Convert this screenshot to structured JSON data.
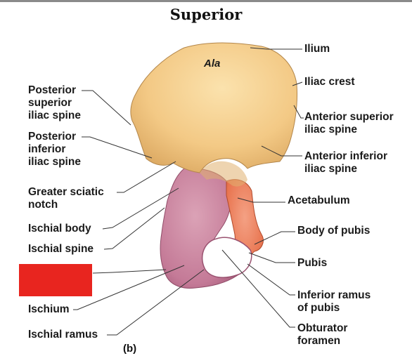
{
  "heading": "Superior",
  "region_label": "Ala",
  "panel_tag": "(b)",
  "colors": {
    "ilium": "#f3c985",
    "ischium": "#c47a97",
    "pubis": "#e8734e",
    "redaction": "#e8251f"
  },
  "labels": {
    "ilium": "Ilium",
    "iliac_crest": "Iliac crest",
    "anterior_superior_iliac_spine": "Anterior superior\niliac spine",
    "anterior_inferior_iliac_spine": "Anterior inferior\niliac spine",
    "acetabulum": "Acetabulum",
    "body_of_pubis": "Body of pubis",
    "pubis": "Pubis",
    "inferior_ramus_of_pubis": "Inferior ramus\nof pubis",
    "obturator_foramen": "Obturator\nforamen",
    "posterior_superior_iliac_spine": "Posterior\nsuperior\niliac spine",
    "posterior_inferior_iliac_spine": "Posterior\ninferior\niliac spine",
    "greater_sciatic_notch": "Greater sciatic\nnotch",
    "ischial_body": "Ischial body",
    "ischial_spine": "Ischial spine",
    "ischium": "Ischium",
    "ischial_ramus": "Ischial ramus"
  }
}
